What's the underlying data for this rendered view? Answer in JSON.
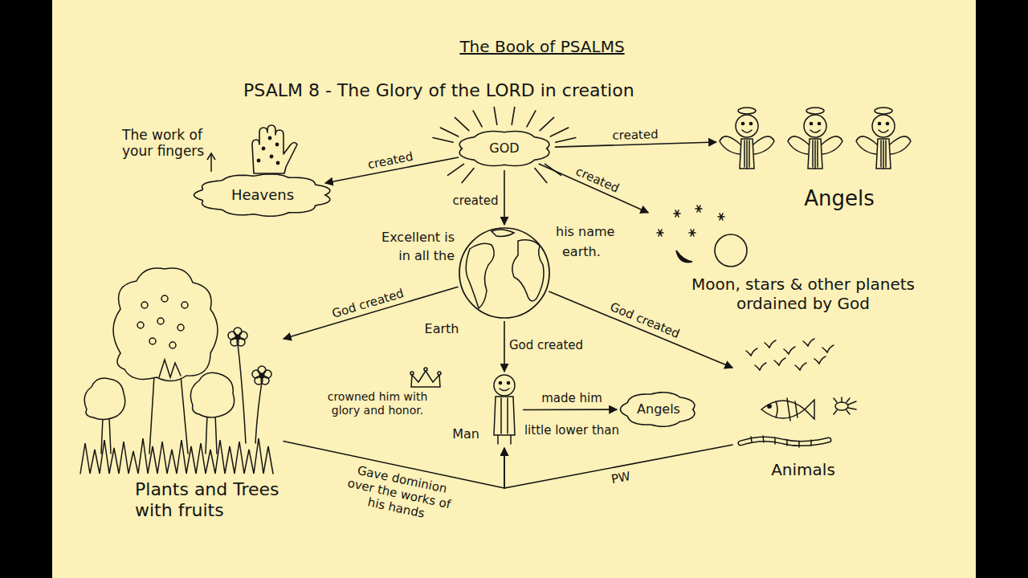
{
  "diagram": {
    "title": "The Book of PSALMS",
    "nodes": [
      {
        "text": [
          "GOD"
        ]
      },
      {
        "text": [
          "Heavens"
        ]
      },
      {
        "text": [
          "Angels"
        ]
      },
      {
        "text": [
          "Earth"
        ]
      },
      {
        "text": [
          "Moon, stars & other planets ordained by God"
        ]
      },
      {
        "text": [
          "Plants and Trees with fruits"
        ]
      },
      {
        "text": [
          "Man"
        ]
      },
      {
        "text": [
          "Angels"
        ]
      },
      {
        "text": [
          "Animals"
        ]
      }
    ],
    "edges": [
      {
        "from": 0,
        "to": 1,
        "arrow": "to",
        "label": "created"
      },
      {
        "from": 0,
        "to": 2,
        "arrow": "to",
        "label": "created"
      },
      {
        "from": 0,
        "to": 4,
        "arrow": "to",
        "label": "created"
      },
      {
        "from": 0,
        "to": 3,
        "arrow": "to",
        "label": "created"
      },
      {
        "from": 3,
        "to": 5,
        "arrow": "to",
        "label": "God created"
      },
      {
        "from": 3,
        "to": 8,
        "arrow": "to",
        "label": "God created"
      },
      {
        "from": 3,
        "to": 6,
        "arrow": "to",
        "label": "God created"
      },
      {
        "from": 6,
        "to": 7,
        "arrow": "to",
        "label": "made him"
      },
      {
        "from": 5,
        "to": 6,
        "arrow": "to",
        "label": "Gave dominion over the works of his hands"
      },
      {
        "from": 8,
        "to": 6,
        "arrow": "to",
        "label": "PW"
      }
    ],
    "labels": [
      "PSALM 8 - The Glory of the LORD in creation",
      "The work of your fingers",
      "Excellent is",
      "his name",
      "in all the",
      "earth.",
      "crowned him with glory and honor.",
      "little lower than"
    ]
  }
}
